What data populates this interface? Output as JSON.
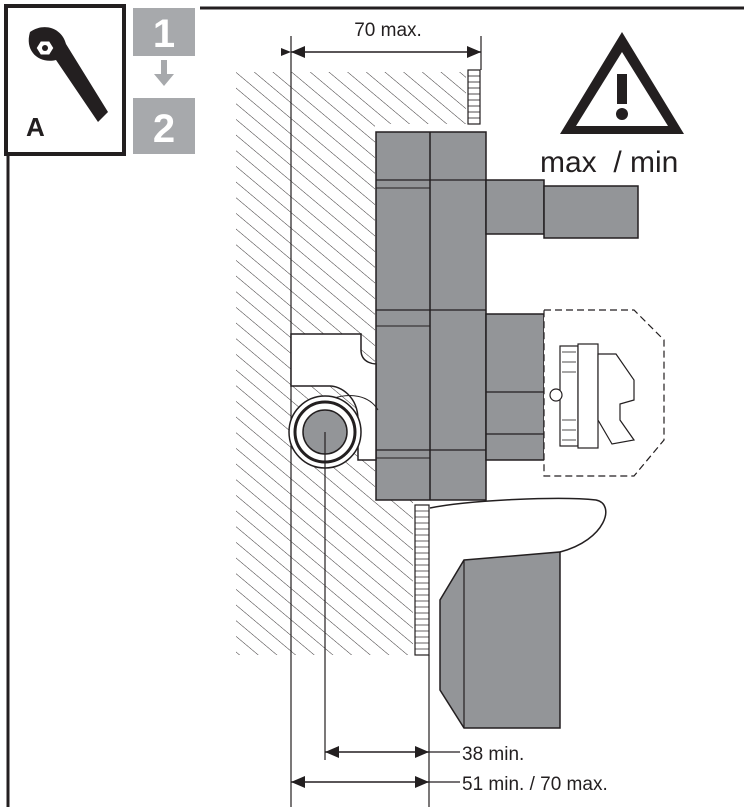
{
  "badge": {
    "letter": "A",
    "icon": "wrench-icon",
    "step_from": "1",
    "step_to": "2",
    "step_arrow_icon": "arrow-down-icon"
  },
  "warning": {
    "icon": "warning-triangle-icon",
    "symbol": "!",
    "text": "max  / min"
  },
  "dimensions": {
    "top": "70 max.",
    "inner": "38 min.",
    "outer": "51 min. / 70 max."
  },
  "colors": {
    "body_grey": "#939598",
    "dark_grey": "#6d6e71",
    "line": "#231f20",
    "step_grey": "#a7a9ac"
  }
}
